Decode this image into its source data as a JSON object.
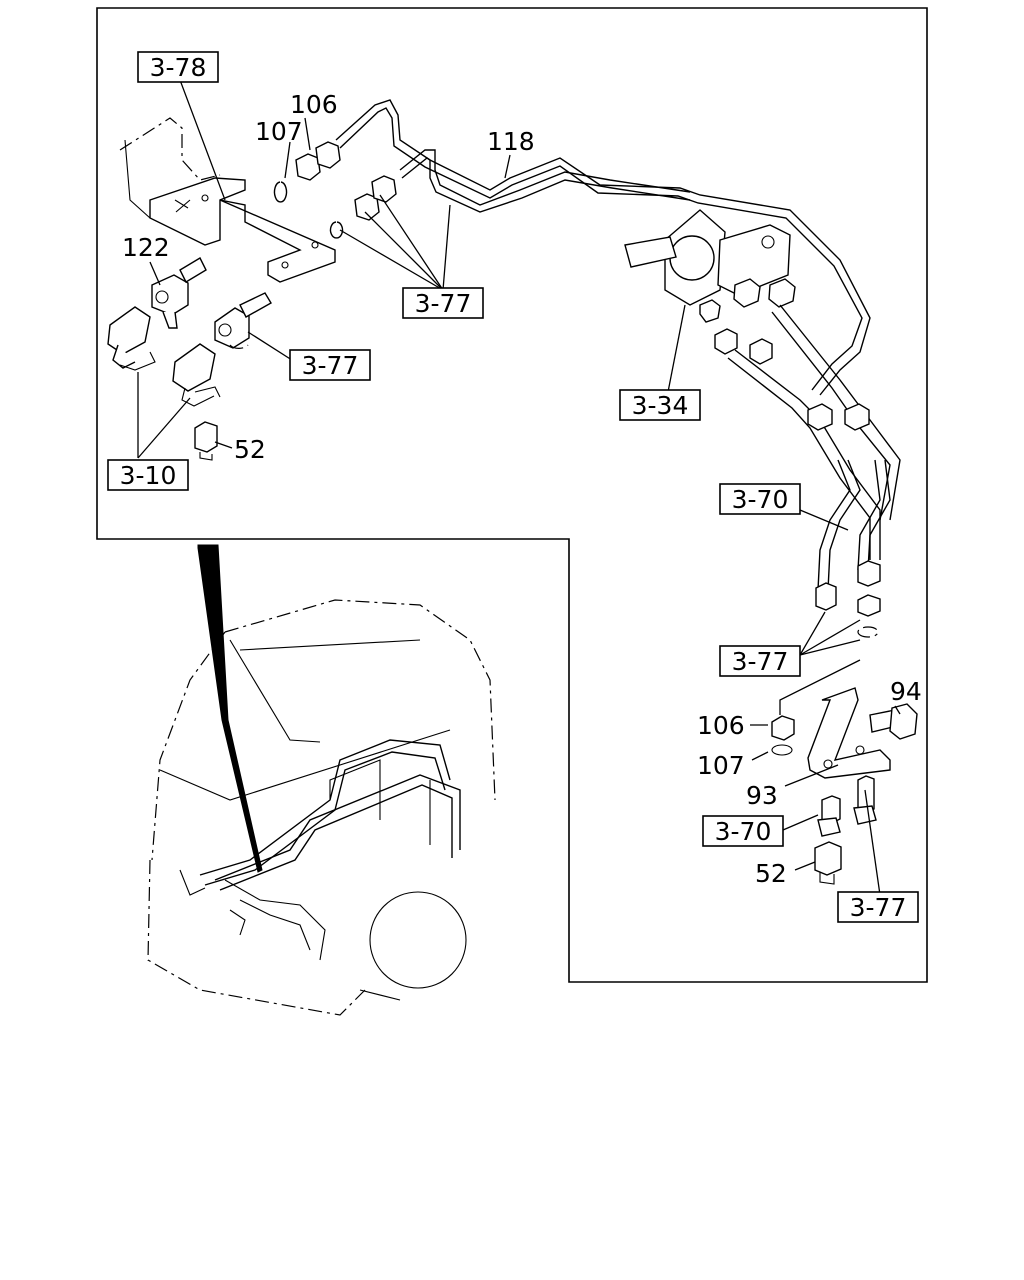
{
  "callouts": {
    "ref_3_78": "3-78",
    "ref_3_77_top": "3-77",
    "ref_3_77_mid": "3-77",
    "ref_3_34": "3-34",
    "ref_3_10": "3-10",
    "ref_3_70_top": "3-70",
    "ref_3_77_lower": "3-77",
    "ref_3_70_bottom": "3-70",
    "ref_3_77_bottom": "3-77",
    "num_106_top": "106",
    "num_107_top": "107",
    "num_118": "118",
    "num_122": "122",
    "num_52_top": "52",
    "num_94": "94",
    "num_106_bottom": "106",
    "num_107_bottom": "107",
    "num_93": "93",
    "num_52_bottom": "52"
  }
}
